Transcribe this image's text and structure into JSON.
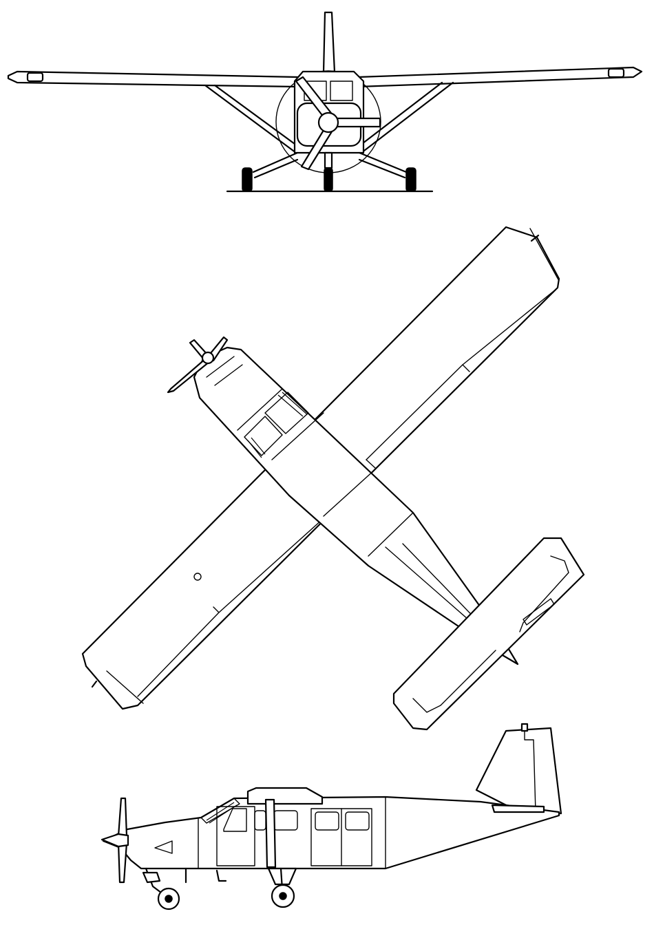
{
  "views": [
    {
      "key": "front",
      "label": ""
    },
    {
      "key": "top",
      "label": ""
    },
    {
      "key": "side",
      "label": ""
    }
  ],
  "colors": {
    "line": "#000000",
    "background": "#ffffff"
  }
}
